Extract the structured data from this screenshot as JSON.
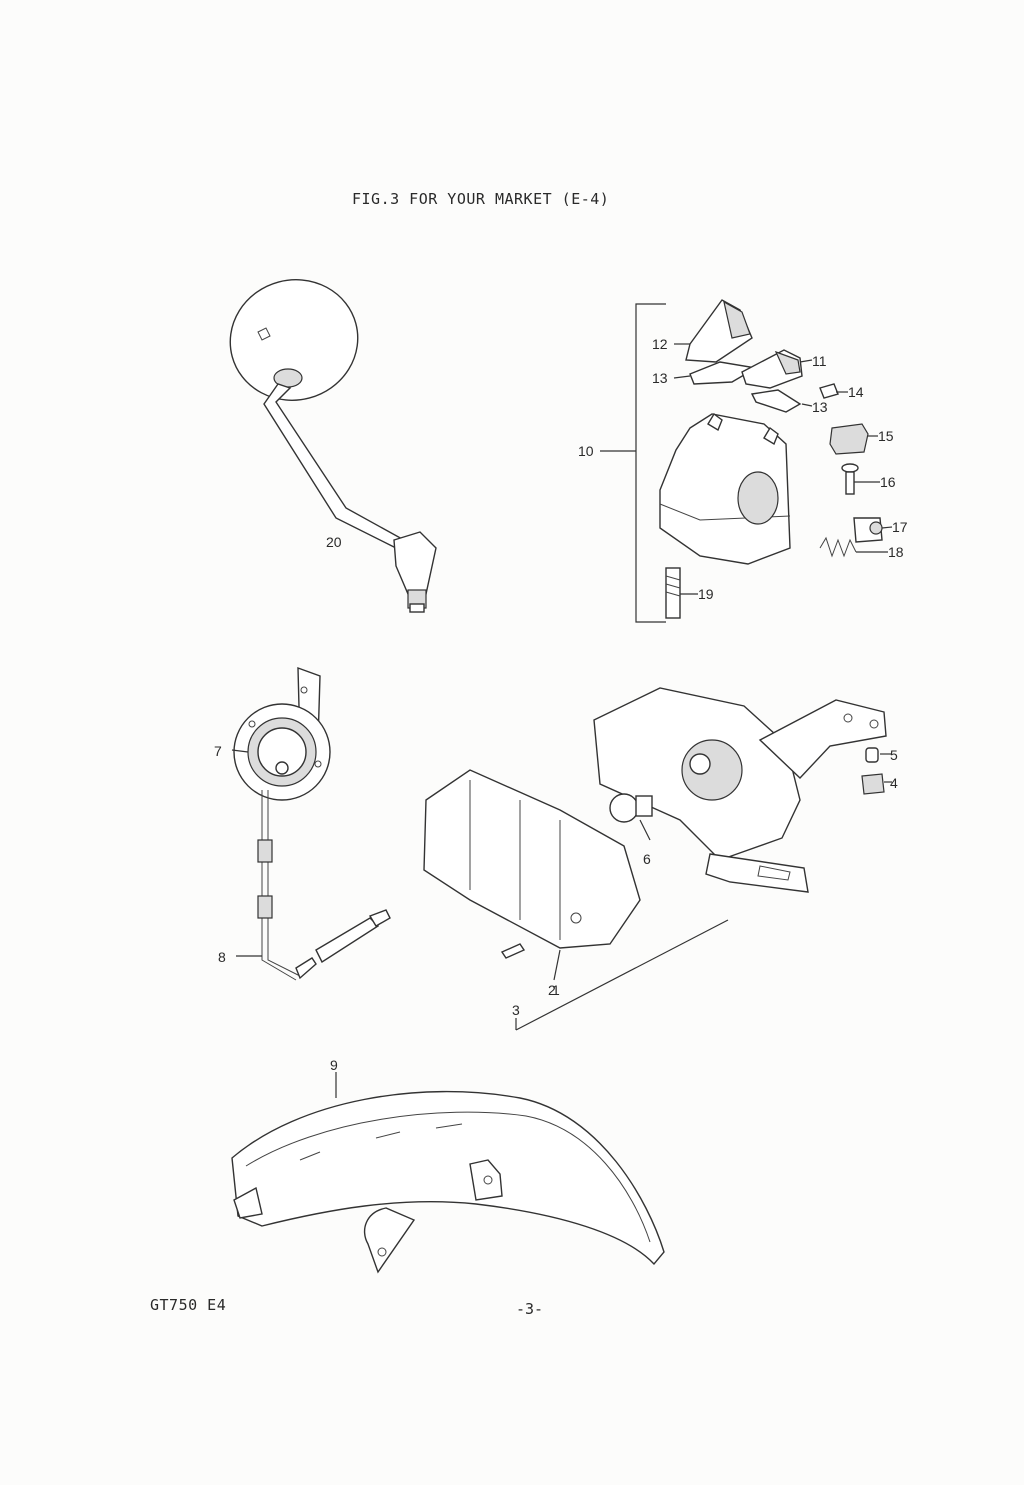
{
  "header": {
    "figure_title": "FIG.3  FOR YOUR MARKET (E-4)"
  },
  "footer": {
    "model_code": "GT750 E4",
    "page_number": "-3-"
  },
  "callouts": [
    "1",
    "2",
    "3",
    "4",
    "5",
    "6",
    "7",
    "8",
    "9",
    "10",
    "11",
    "12",
    "13",
    "13",
    "14",
    "15",
    "16",
    "17",
    "18",
    "19",
    "20"
  ],
  "parts": [
    {
      "ref": "20",
      "icon": "mirror-icon"
    },
    {
      "ref": "10",
      "icon": "handlebar-switch-icon"
    },
    {
      "ref": "7",
      "icon": "horn-icon"
    },
    {
      "ref": "8",
      "icon": "wire-harness-icon"
    },
    {
      "ref": "1",
      "icon": "tail-lamp-assembly-icon"
    },
    {
      "ref": "9",
      "icon": "front-fender-icon"
    }
  ]
}
